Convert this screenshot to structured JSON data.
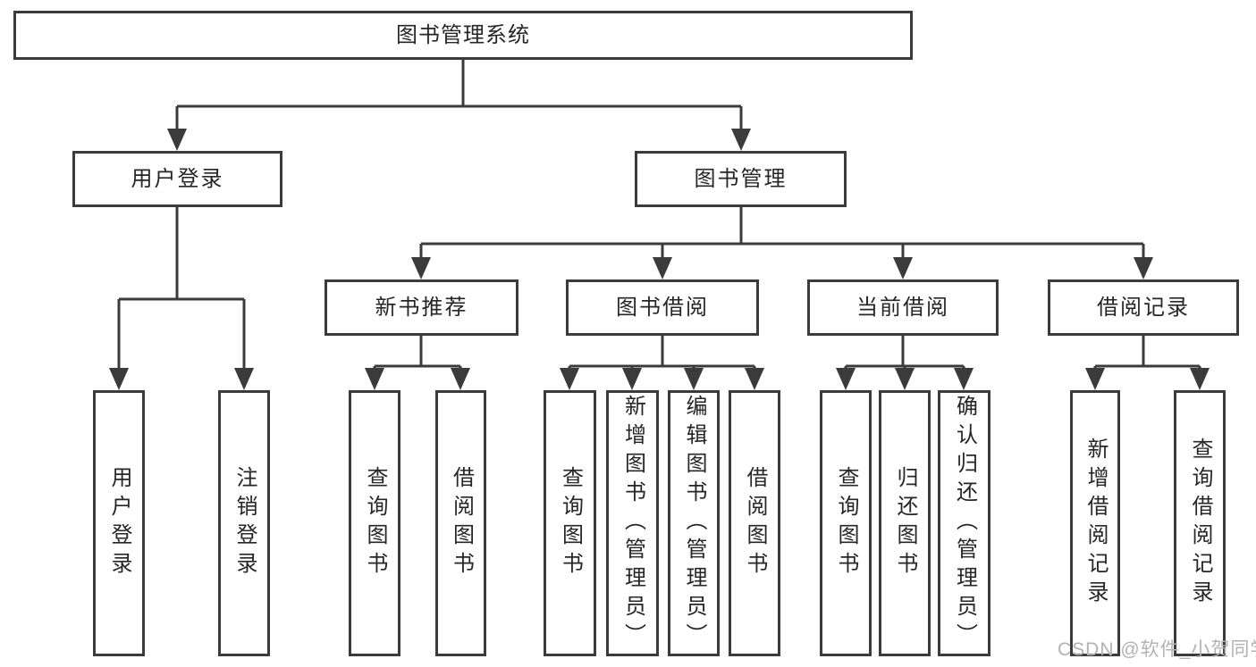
{
  "tree": {
    "root": {
      "label": "图书管理系统"
    },
    "user_branch": {
      "label": "用户登录",
      "children": [
        {
          "label": "用户登录"
        },
        {
          "label": "注销登录"
        }
      ]
    },
    "book_branch": {
      "label": "图书管理",
      "modules": [
        {
          "label": "新书推荐",
          "children": [
            {
              "label": "查询图书"
            },
            {
              "label": "借阅图书"
            }
          ]
        },
        {
          "label": "图书借阅",
          "children": [
            {
              "label": "查询图书"
            },
            {
              "label": "新增图书（管理员）"
            },
            {
              "label": "编辑图书（管理员）"
            },
            {
              "label": "借阅图书"
            }
          ]
        },
        {
          "label": "当前借阅",
          "children": [
            {
              "label": "查询图书"
            },
            {
              "label": "归还图书"
            },
            {
              "label": "确认归还（管理员）"
            }
          ]
        },
        {
          "label": "借阅记录",
          "children": [
            {
              "label": "新增借阅记录"
            },
            {
              "label": "查询借阅记录"
            }
          ]
        }
      ]
    }
  },
  "watermark": {
    "text": "CSDN @软件_小贺同学"
  },
  "colors": {
    "background": "#ffffff",
    "line": "#3b3b3b",
    "box_border": "#3b3b3b",
    "text": "#262626",
    "watermark": "#b2b2b2"
  }
}
